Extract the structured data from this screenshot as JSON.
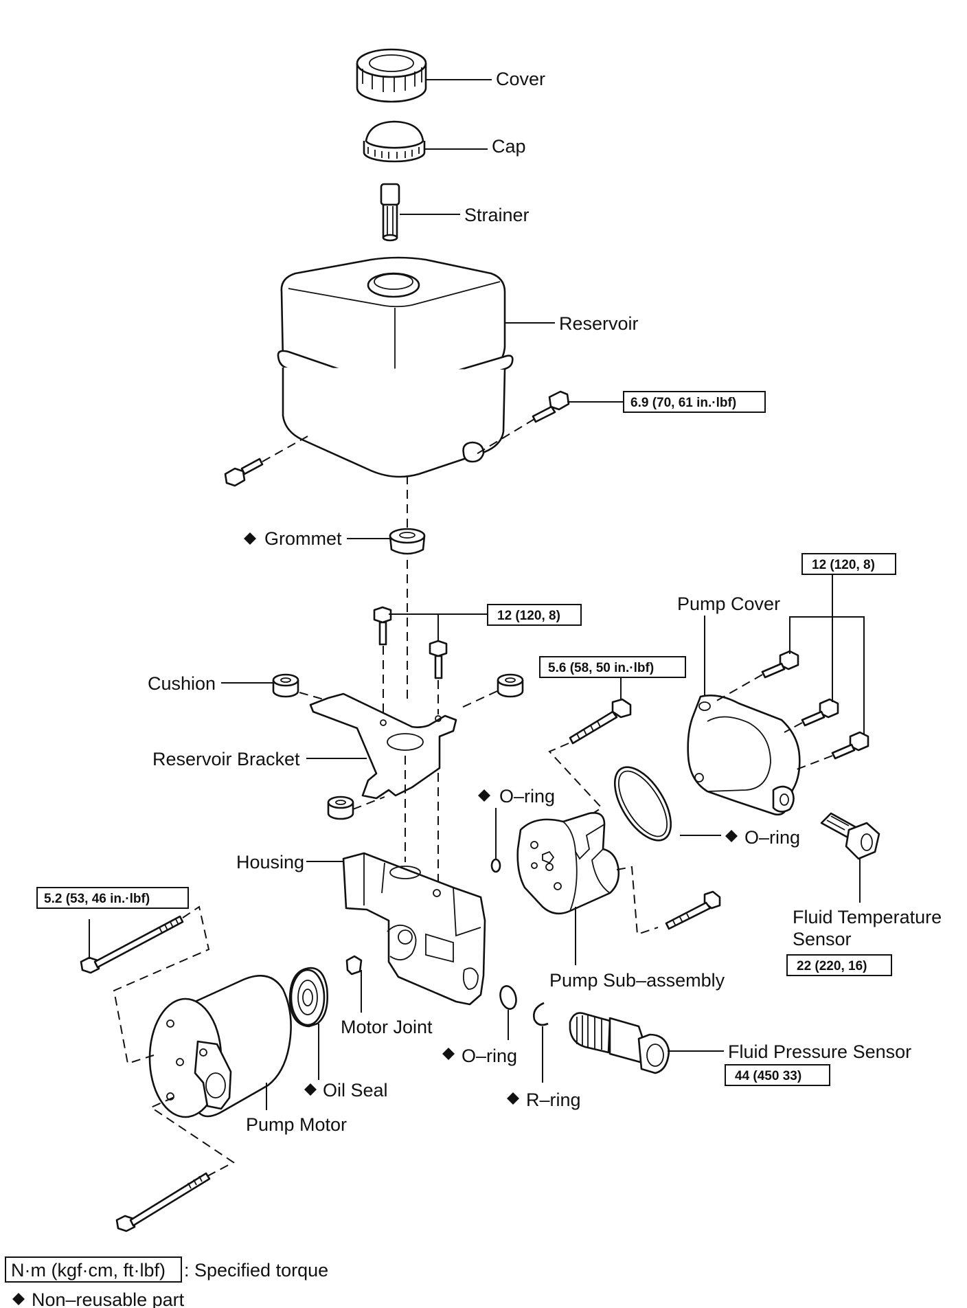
{
  "labels": {
    "cover": "Cover",
    "cap": "Cap",
    "strainer": "Strainer",
    "reservoir": "Reservoir",
    "grommet": "Grommet",
    "cushion": "Cushion",
    "reservoir_bracket": "Reservoir Bracket",
    "housing": "Housing",
    "pump_cover": "Pump Cover",
    "o_ring_pump": "O–ring",
    "o_ring_cover": "O–ring",
    "fluid_temperature_sensor_line1": "Fluid Temperature",
    "fluid_temperature_sensor_line2": "Sensor",
    "pump_sub_assembly": "Pump Sub–assembly",
    "motor_joint": "Motor Joint",
    "o_ring_housing": "O–ring",
    "r_ring": "R–ring",
    "oil_seal": "Oil Seal",
    "pump_motor": "Pump Motor",
    "fluid_pressure_sensor": "Fluid Pressure Sensor"
  },
  "torques": {
    "reservoir_bolt": "6.9 (70, 61 in.·lbf)",
    "bracket_bolts": "12 (120, 8)",
    "pump_bolt": "5.6 (58, 50 in.·lbf)",
    "pump_cover_bolts": "12 (120, 8)",
    "motor_bolt": "5.2 (53, 46 in.·lbf)",
    "fluid_temperature_sensor": "22 (220, 16)",
    "fluid_pressure_sensor": "44 (450 33)"
  },
  "legend": {
    "torque_unit": "N·m (kgf·cm, ft·lbf)",
    "torque_desc": ": Specified torque",
    "non_reusable": "Non–reusable part"
  },
  "icons": {
    "non_reusable_marker": "diamond-icon"
  }
}
